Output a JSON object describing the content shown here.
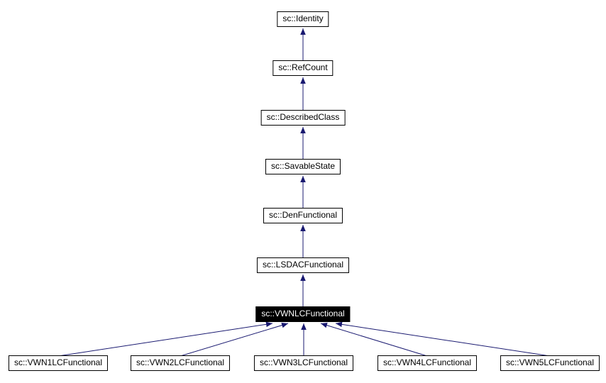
{
  "diagram": {
    "type": "class-inheritance-graph",
    "colors": {
      "edge": "#191970",
      "node_border": "#000000",
      "node_background": "#ffffff",
      "current_node_background": "#000000",
      "current_node_text": "#ffffff"
    },
    "nodes": {
      "identity": {
        "label": "sc::Identity"
      },
      "refcount": {
        "label": "sc::RefCount"
      },
      "describedclass": {
        "label": "sc::DescribedClass"
      },
      "savablestate": {
        "label": "sc::SavableState"
      },
      "denfunctional": {
        "label": "sc::DenFunctional"
      },
      "lsdacfunctional": {
        "label": "sc::LSDACFunctional"
      },
      "vwnlcfunctional": {
        "label": "sc::VWNLCFunctional"
      },
      "vwn1": {
        "label": "sc::VWN1LCFunctional"
      },
      "vwn2": {
        "label": "sc::VWN2LCFunctional"
      },
      "vwn3": {
        "label": "sc::VWN3LCFunctional"
      },
      "vwn4": {
        "label": "sc::VWN4LCFunctional"
      },
      "vwn5": {
        "label": "sc::VWN5LCFunctional"
      }
    },
    "edges": [
      {
        "from": "refcount",
        "to": "identity"
      },
      {
        "from": "describedclass",
        "to": "refcount"
      },
      {
        "from": "savablestate",
        "to": "describedclass"
      },
      {
        "from": "denfunctional",
        "to": "savablestate"
      },
      {
        "from": "lsdacfunctional",
        "to": "denfunctional"
      },
      {
        "from": "vwnlcfunctional",
        "to": "lsdacfunctional"
      },
      {
        "from": "vwn1",
        "to": "vwnlcfunctional"
      },
      {
        "from": "vwn2",
        "to": "vwnlcfunctional"
      },
      {
        "from": "vwn3",
        "to": "vwnlcfunctional"
      },
      {
        "from": "vwn4",
        "to": "vwnlcfunctional"
      },
      {
        "from": "vwn5",
        "to": "vwnlcfunctional"
      }
    ]
  }
}
